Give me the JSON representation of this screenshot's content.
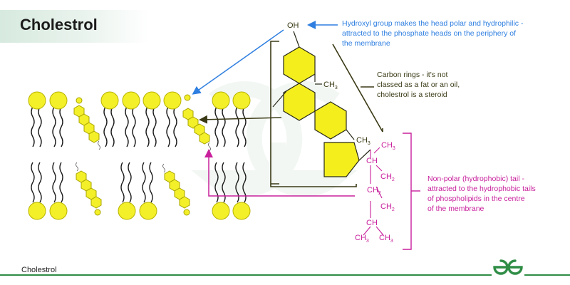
{
  "title": "Cholestrol",
  "footer_label": "Cholestrol",
  "annotations": {
    "hydroxyl": [
      "Hydroxyl group makes the head polar and hydrophilic -",
      "attracted to the phosphate heads on the periphery of",
      "the membrane"
    ],
    "rings": [
      "Carbon rings - it's not",
      "classed as a fat or an oil,",
      "cholestrol is a steroid"
    ],
    "tail": [
      "Non-polar (hydrophobic) tail -",
      "attracted to the hydrophobic tails",
      "of phospholipids in the centre",
      "of the membrane"
    ]
  },
  "molecule": {
    "oh": "OH",
    "methyl": "CH",
    "methyl_sub": "3",
    "tail_ch": "CH",
    "tail_ch2": "CH",
    "tail_ch2_sub": "2"
  },
  "colors": {
    "head_fill": "#f3f02a",
    "head_stroke": "#b8b300",
    "ring_fill": "#f4ef1c",
    "blue": "#2f7fe0",
    "olive": "#3b3a16",
    "magenta": "#c8209c",
    "brand_green": "#2f8d46"
  },
  "logo_icon": "gfg-logo-icon"
}
